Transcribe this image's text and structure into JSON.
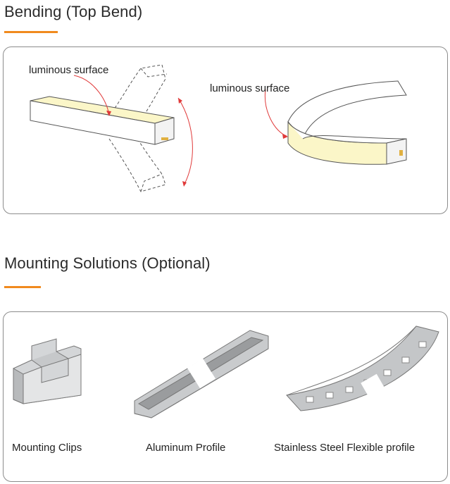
{
  "bending": {
    "title": "Bending (Top Bend)",
    "left_label": "luminous surface",
    "right_label": "luminous surface"
  },
  "mounting": {
    "title": "Mounting Solutions (Optional)",
    "items": [
      {
        "label": "Mounting Clips"
      },
      {
        "label": "Aluminum Profile"
      },
      {
        "label": "Stainless Steel Flexible profile"
      }
    ]
  },
  "colors": {
    "accent": "#f08a1e",
    "luminous_fill": "#fbf6c8",
    "arrow": "#e03a3a"
  }
}
